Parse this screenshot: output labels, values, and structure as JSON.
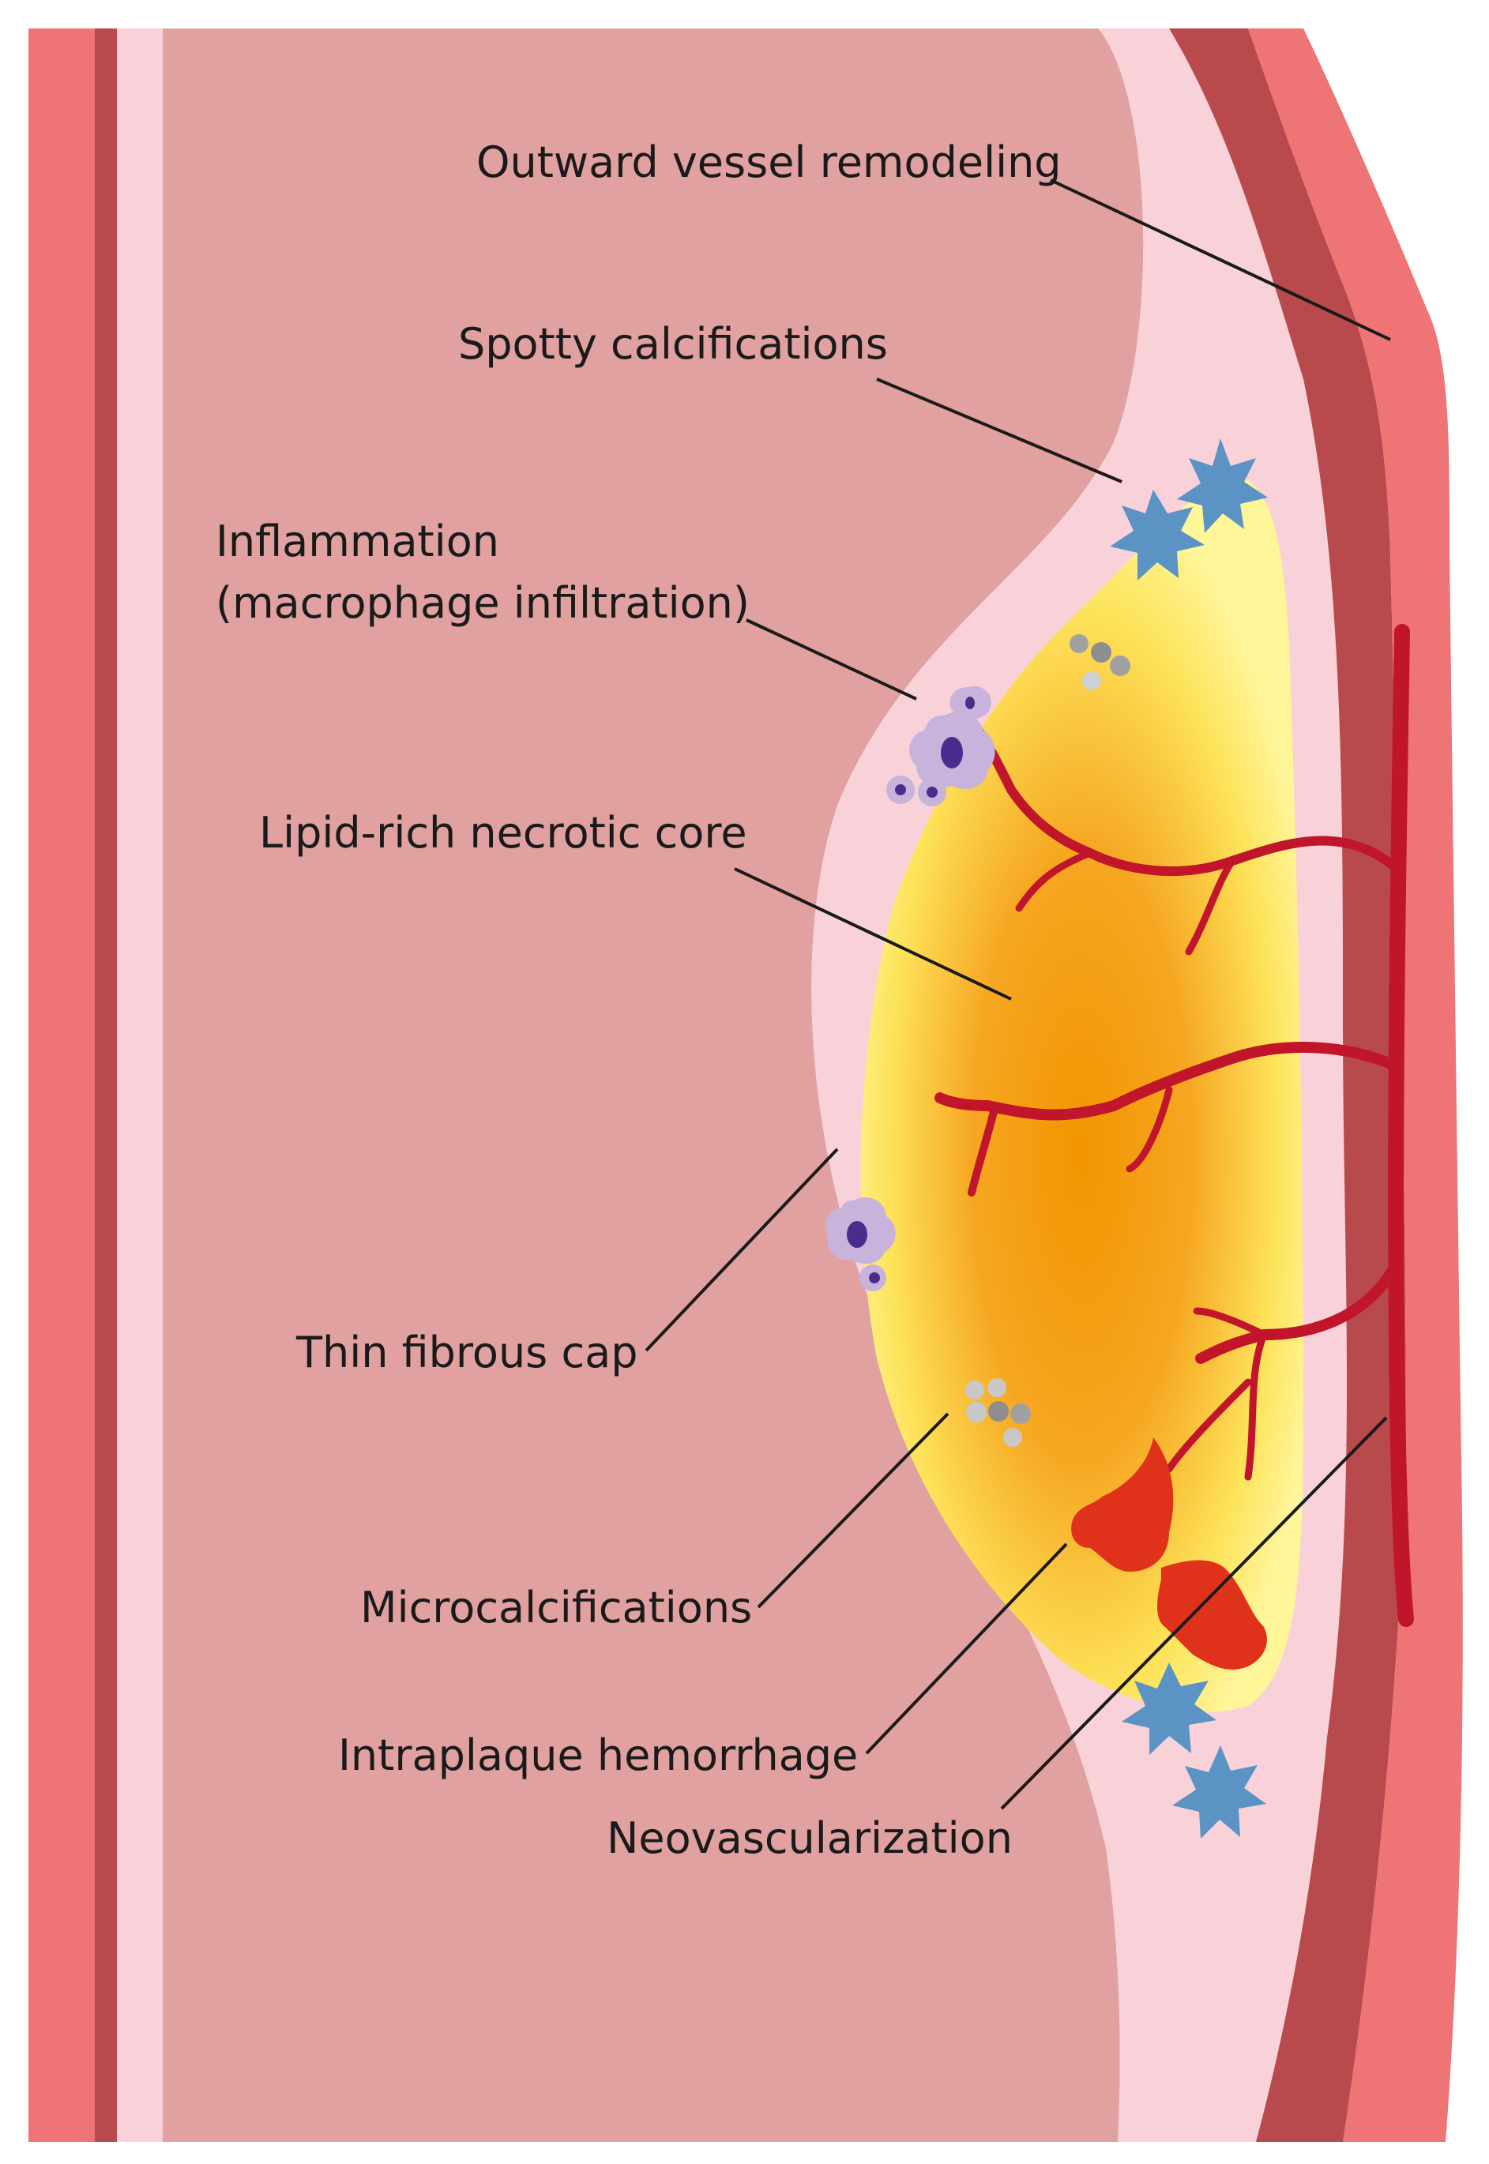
{
  "labels": {
    "outward_remodeling": "Outward vessel remodeling",
    "spotty_calcifications": "Spotty calcifications",
    "inflammation_line1": "Inflammation",
    "inflammation_line2": "(macrophage infiltration)",
    "lipid_core": "Lipid-rich necrotic core",
    "thin_cap": "Thin fibrous cap",
    "microcalcifications": "Microcalcifications",
    "hemorrhage": "Intraplaque hemorrhage",
    "neovascularization": "Neovascularization"
  },
  "colors": {
    "lumen": "#e0a1a0",
    "vessel_wall": "#ee7475",
    "vessel_wall_dark": "#b84a4e",
    "intima": "#f8d2d8",
    "core_yellow": "#fff176",
    "core_orange": "#f29400",
    "vessels": "#c0152a",
    "hemorrhage": "#e0321a",
    "calcification": "#5b94c4",
    "macrophage": "#c7b3dc",
    "macrophage_nucleus": "#4b2c8c",
    "microcalc": "#a0a0a0"
  }
}
